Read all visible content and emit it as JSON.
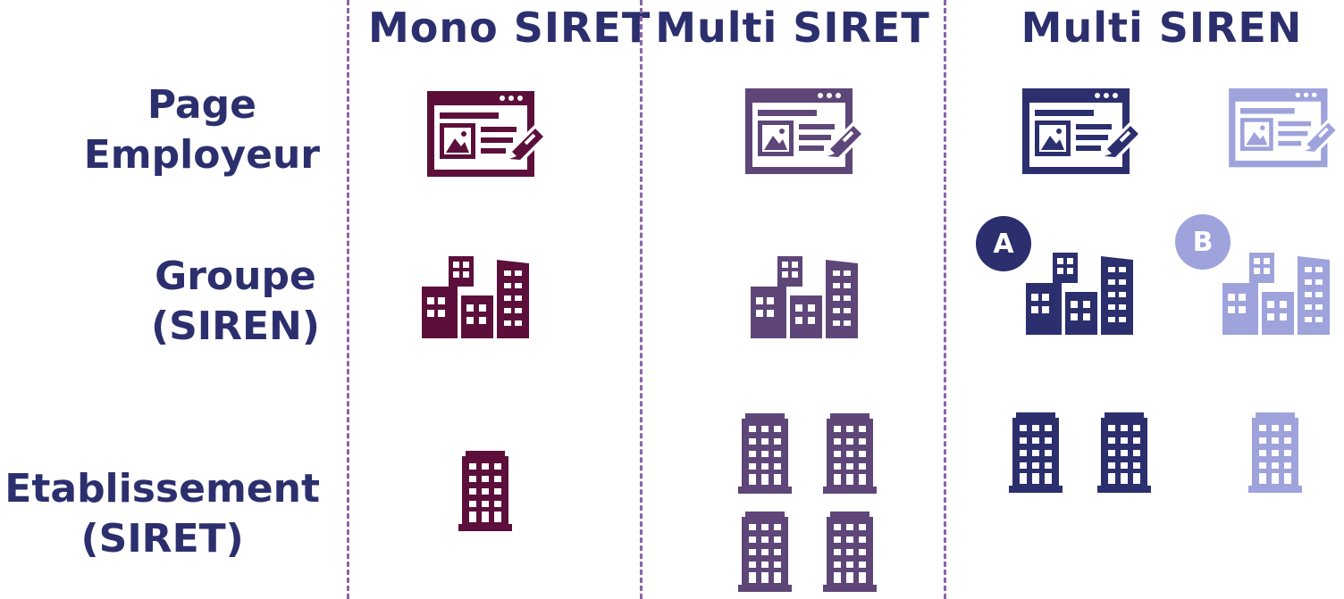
{
  "columns": [
    {
      "key": "mono_siret",
      "label": "Mono SIRET"
    },
    {
      "key": "multi_siret",
      "label": "Multi SIRET"
    },
    {
      "key": "multi_siren",
      "label": "Multi SIREN"
    }
  ],
  "rows": [
    {
      "key": "page",
      "line1": "Page",
      "line2": "Employeur"
    },
    {
      "key": "groupe",
      "line1": "Groupe",
      "line2": "(SIREN)"
    },
    {
      "key": "etab",
      "line1": "Etablissement",
      "line2": "(SIRET)"
    }
  ],
  "badges": {
    "a": "A",
    "b": "B"
  },
  "colors": {
    "text": "#2c2f6e",
    "divider": "#8b63aa",
    "mono": "#5c0f3a",
    "multi_siret": "#5e4678",
    "siren_a": "#2c2f6e",
    "siren_b": "#9ea3dc"
  },
  "icons": {
    "page": "employer-page-icon",
    "groupe": "company-group-icon",
    "etab": "establishment-building-icon"
  }
}
